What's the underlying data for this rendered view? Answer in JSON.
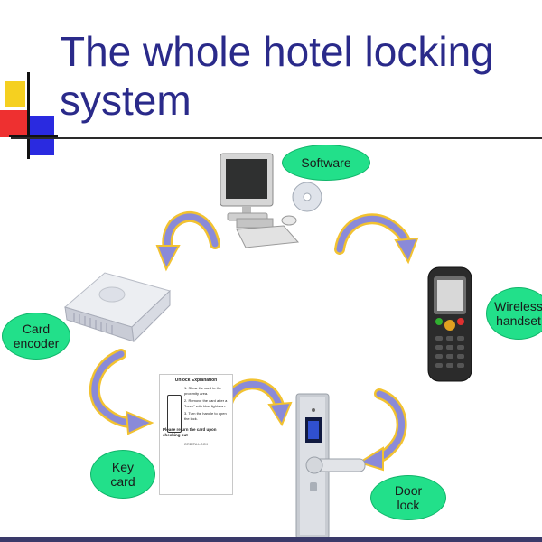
{
  "slide": {
    "title": "The whole hotel locking system"
  },
  "nodes": {
    "software": {
      "label": "Software"
    },
    "wireless_handset": {
      "label": "Wireless\nhandset"
    },
    "card_encoder": {
      "label": "Card\nencoder"
    },
    "key_card": {
      "label": "Key\ncard"
    },
    "door_lock": {
      "label": "Door\nlock"
    }
  },
  "key_card_print": {
    "heading": "Unlock Explanation",
    "step1": "1. Show the card to the proximity area.",
    "step2": "2. Remove the card after a \"beep\" with blue lights on.",
    "step3": "3. Turn the handle to open the lock.",
    "footer": "Please return the card upon checking out",
    "brand": "ORBITA LOCK"
  },
  "colors": {
    "title": "#2a2a8a",
    "bubble": "#22e08a",
    "arrow_fill": "#8a8ad8",
    "arrow_edge": "#f2c230"
  }
}
